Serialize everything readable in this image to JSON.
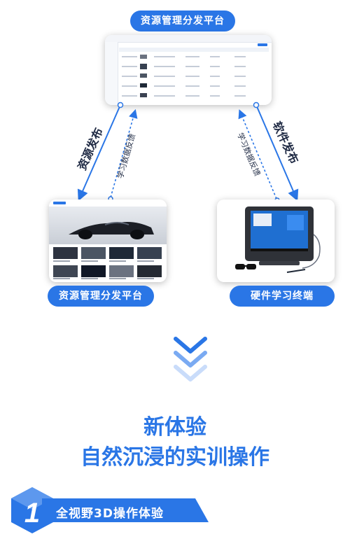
{
  "top_pill": "资源管理分发平台",
  "left_pill": "资源管理分发平台",
  "right_pill": "硬件学习终端",
  "arrow_labels": {
    "left_solid": "资源发布",
    "left_dashed": "学习数据反馈",
    "right_dashed": "学习数据反馈",
    "right_solid": "软件发布"
  },
  "headline": {
    "line1": "新体验",
    "line2": "自然沉浸的实训操作"
  },
  "section": {
    "number": "1",
    "title": "全视野3D操作体验"
  },
  "colors": {
    "accent": "#2a76e6",
    "dark": "#1f2a44",
    "chevron": "#4a8df0"
  }
}
